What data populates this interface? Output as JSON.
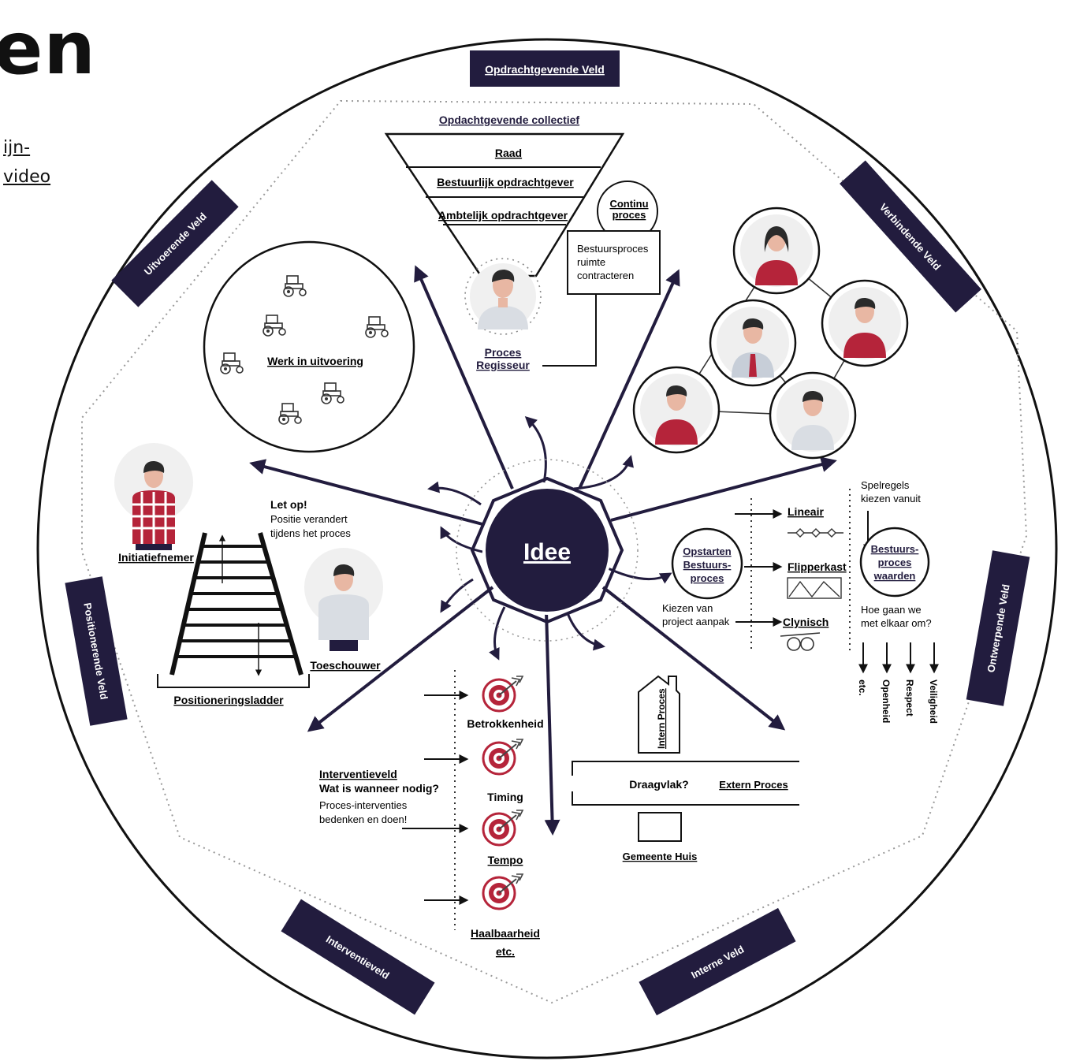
{
  "header": {
    "title": "en",
    "link_line_1": "ijn-",
    "link_line_2": "video"
  },
  "colors": {
    "navy": "#221c3e",
    "red": "#b5243a",
    "ink": "#111111",
    "faint": "#8a8a8a"
  },
  "fields": {
    "top": "Opdrachtgevende Veld",
    "top_right": "Verbindende Veld",
    "right": "Ontwerpende Veld",
    "bottom_right": "Interne Veld",
    "bottom_left": "Interventieveld",
    "left": "Positionerende Veld",
    "top_left": "Uitvoerende Veld"
  },
  "center": {
    "label": "Idee"
  },
  "commission": {
    "title": "Opdachtgevende collectief",
    "levels": [
      "Raad",
      "Bestuurlijk opdrachtgever",
      "Ambtelijk opdrachtgever"
    ],
    "continu": [
      "Continu",
      "proces"
    ],
    "box": [
      "Bestuursproces",
      "ruimte",
      "contracteren"
    ],
    "director": [
      "Proces",
      "Regisseur"
    ]
  },
  "execution": {
    "label": "Werk in uitvoering"
  },
  "positioning": {
    "initiator": "Initiatiefnemer",
    "spectator": "Toeschouwer",
    "ladder": "Positioneringsladder",
    "note_title": "Let op!",
    "note_lines": [
      "Positie verandert",
      "tijdens het proces"
    ]
  },
  "design": {
    "start": [
      "Opstarten",
      "Bestuurs-",
      "proces"
    ],
    "choose": [
      "Kiezen van",
      "project aanpak"
    ],
    "approaches": [
      "Lineair",
      "Flipperkast",
      "Clynisch"
    ],
    "rules": [
      "Spelregels",
      "kiezen vanuit"
    ],
    "values": [
      "Bestuurs-",
      "proces",
      "waarden"
    ],
    "question": [
      "Hoe gaan we",
      "met elkaar om?"
    ],
    "value_words": [
      "etc.",
      "Openheid",
      "Respect",
      "Veiligheid"
    ]
  },
  "intervention": {
    "title": "Interventieveld",
    "question": "Wat is wanneer nodig?",
    "lines": [
      "Proces-interventies",
      "bedenken en doen!"
    ],
    "targets": [
      "Betrokkenheid",
      "Timing",
      "Tempo",
      "Haalbaarheid"
    ],
    "etc": "etc."
  },
  "internal": {
    "intern": "Intern Proces",
    "support": "Draagvlak?",
    "extern": "Extern Proces",
    "townhall": "Gemeente Huis"
  }
}
